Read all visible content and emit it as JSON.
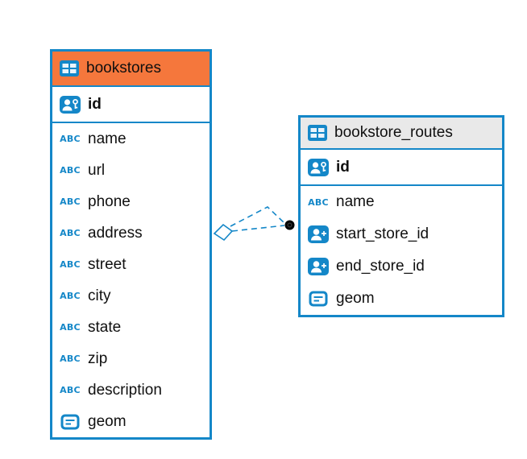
{
  "diagram": {
    "icons": {
      "text_label": "ABC"
    },
    "colors": {
      "table_border": "#1487c8",
      "bookstores_header_bg": "#f5773c",
      "routes_header_bg": "#e9e9e9",
      "icon_blue": "#1487c8",
      "connector_line": "#1487c8",
      "connector_dot": "#000000",
      "canvas_bg": "#ffffff"
    },
    "tables": [
      {
        "name": "bookstores",
        "header_icon": "table-icon",
        "primary_key": {
          "name": "id",
          "icon": "primary-key-icon"
        },
        "fields": [
          {
            "name": "name",
            "icon": "text-icon"
          },
          {
            "name": "url",
            "icon": "text-icon"
          },
          {
            "name": "phone",
            "icon": "text-icon"
          },
          {
            "name": "address",
            "icon": "text-icon"
          },
          {
            "name": "street",
            "icon": "text-icon"
          },
          {
            "name": "city",
            "icon": "text-icon"
          },
          {
            "name": "state",
            "icon": "text-icon"
          },
          {
            "name": "zip",
            "icon": "text-icon"
          },
          {
            "name": "description",
            "icon": "text-icon"
          },
          {
            "name": "geom",
            "icon": "geometry-icon"
          }
        ]
      },
      {
        "name": "bookstore_routes",
        "header_icon": "table-icon",
        "primary_key": {
          "name": "id",
          "icon": "primary-key-icon"
        },
        "fields": [
          {
            "name": "name",
            "icon": "text-icon"
          },
          {
            "name": "start_store_id",
            "icon": "reference-icon"
          },
          {
            "name": "end_store_id",
            "icon": "reference-icon"
          },
          {
            "name": "geom",
            "icon": "geometry-icon"
          }
        ]
      }
    ],
    "relationships": [
      {
        "from_table": "bookstores",
        "to_table": "bookstore_routes",
        "line_style": "dashed",
        "from_marker": "diamond",
        "to_marker": "dot",
        "line_count": 2
      }
    ]
  }
}
